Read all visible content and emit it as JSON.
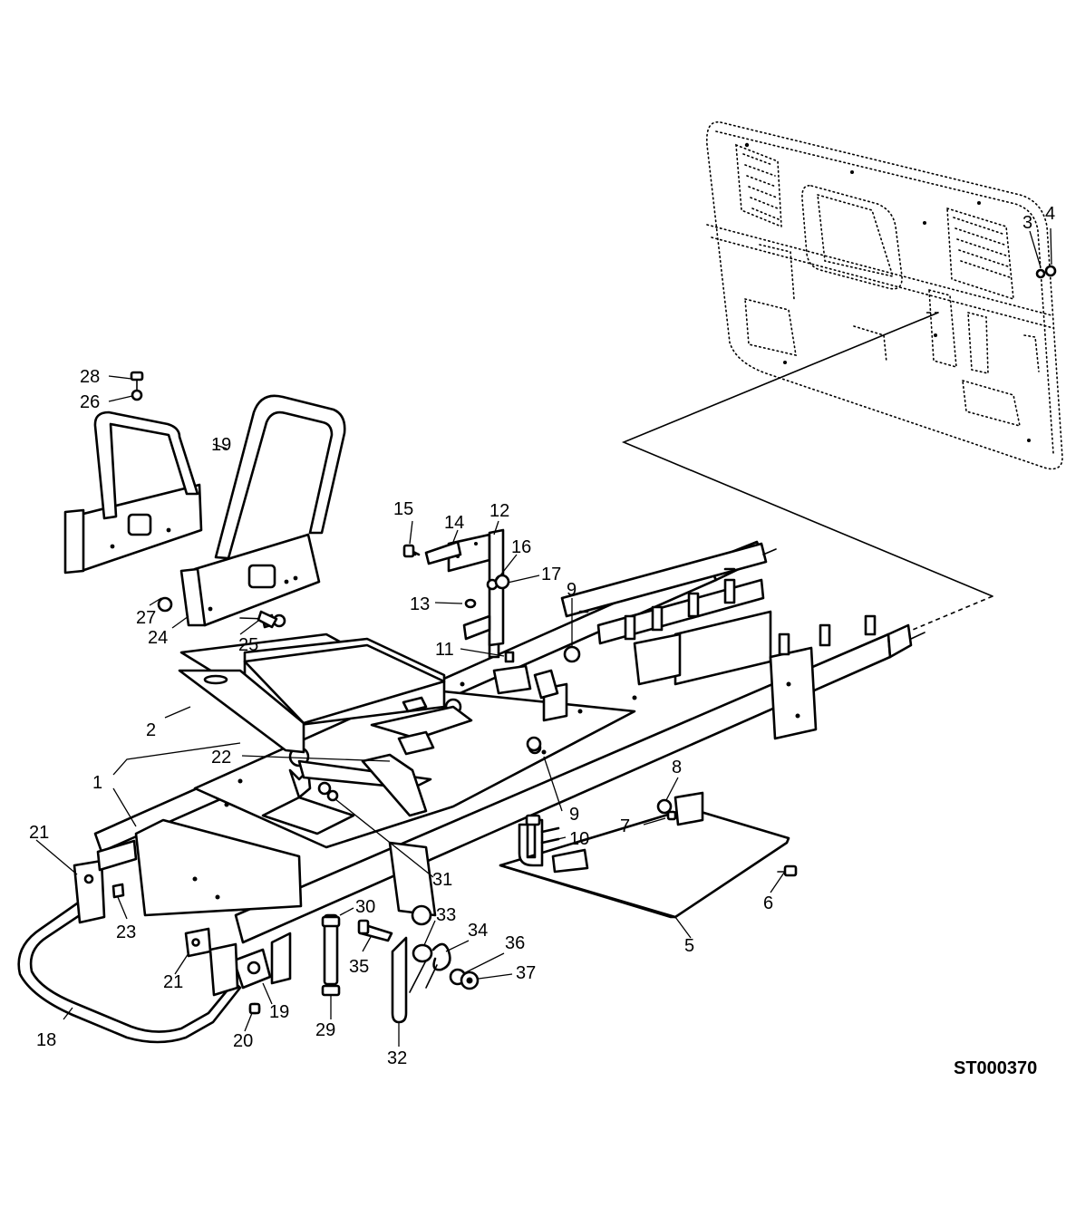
{
  "drawing_id": "ST000370",
  "callouts": {
    "c1": "1",
    "c2": "2",
    "c3": "3",
    "c4": "4",
    "c5": "5",
    "c6": "6",
    "c7": "7",
    "c8": "8",
    "c9": "9",
    "c10": "10",
    "c11": "11",
    "c12": "12",
    "c13": "13",
    "c14": "14",
    "c15": "15",
    "c16": "16",
    "c17": "17",
    "c18": "18",
    "c19": "19",
    "c20": "20",
    "c21": "21",
    "c22": "22",
    "c23": "23",
    "c24": "24",
    "c25": "25",
    "c26": "26",
    "c27": "27",
    "c28": "28",
    "c29": "29",
    "c30": "30",
    "c31": "31",
    "c32": "32",
    "c33": "33",
    "c34": "34",
    "c35": "35",
    "c36": "36",
    "c37": "37"
  }
}
